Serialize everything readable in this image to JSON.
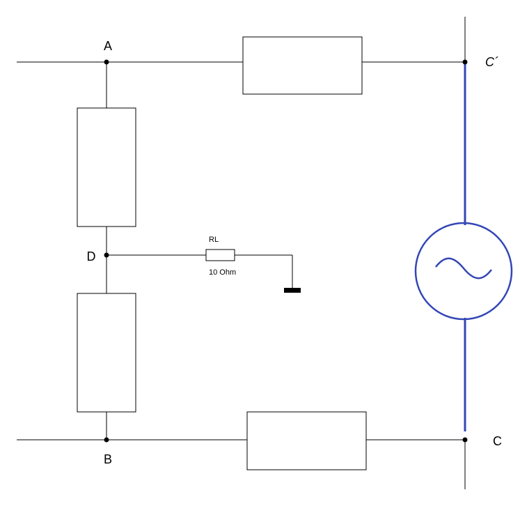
{
  "nodes": {
    "a": "A",
    "b": "B",
    "c": "C",
    "c_prime": "C´",
    "d": "D"
  },
  "load_resistor": {
    "name": "RL",
    "value": "10 Ohm"
  },
  "colors": {
    "wire": "#000000",
    "source": "#3346b5"
  },
  "source_symbol": "ac-sine-wave-icon"
}
